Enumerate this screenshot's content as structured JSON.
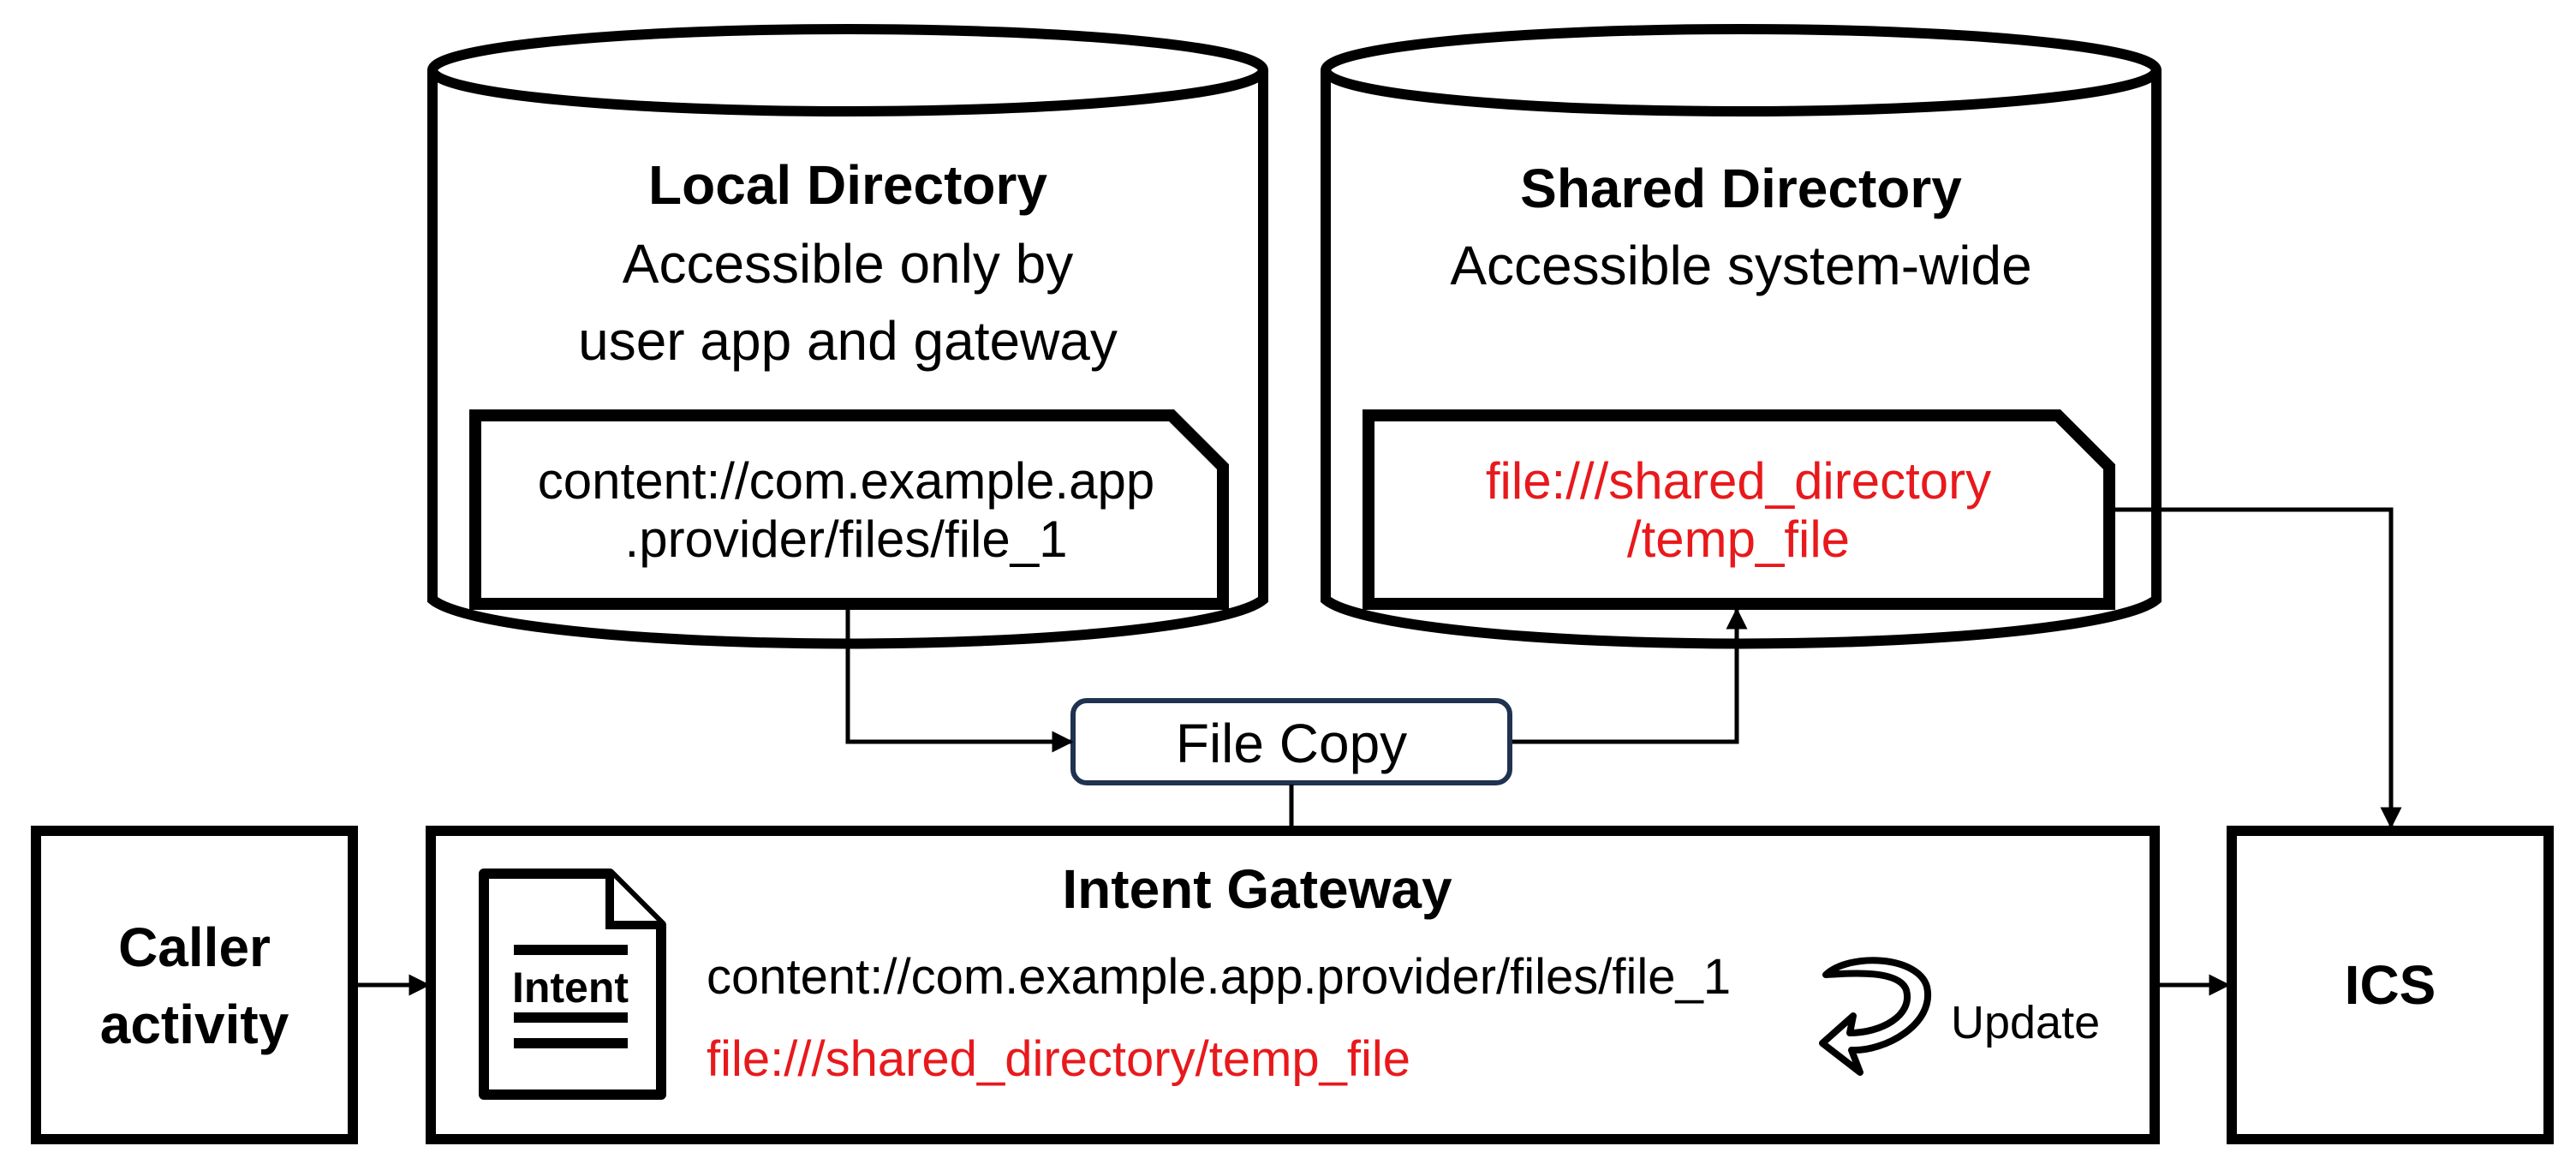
{
  "local_directory": {
    "title": "Local Directory",
    "desc_line1": "Accessible only by",
    "desc_line2": "user app and gateway",
    "uri_line1": "content://com.example.app",
    "uri_line2": ".provider/files/file_1"
  },
  "shared_directory": {
    "title": "Shared Directory",
    "desc": "Accessible system-wide",
    "uri_line1": "file:///shared_directory",
    "uri_line2": "/temp_file"
  },
  "file_copy": {
    "label": "File Copy"
  },
  "caller": {
    "line1": "Caller",
    "line2": "activity"
  },
  "gateway": {
    "title": "Intent Gateway",
    "icon_label": "Intent",
    "uri_content": "content://com.example.app.provider/files/file_1",
    "uri_file": "file:///shared_directory/temp_file",
    "update_label": "Update"
  },
  "ics": {
    "label": "ICS"
  },
  "colors": {
    "stroke": "#000000",
    "highlight": "#e8191c",
    "copy_border": "#1f3250"
  },
  "icons": {
    "intent_document": "document-icon",
    "update_arrow": "curved-arrow-icon"
  }
}
